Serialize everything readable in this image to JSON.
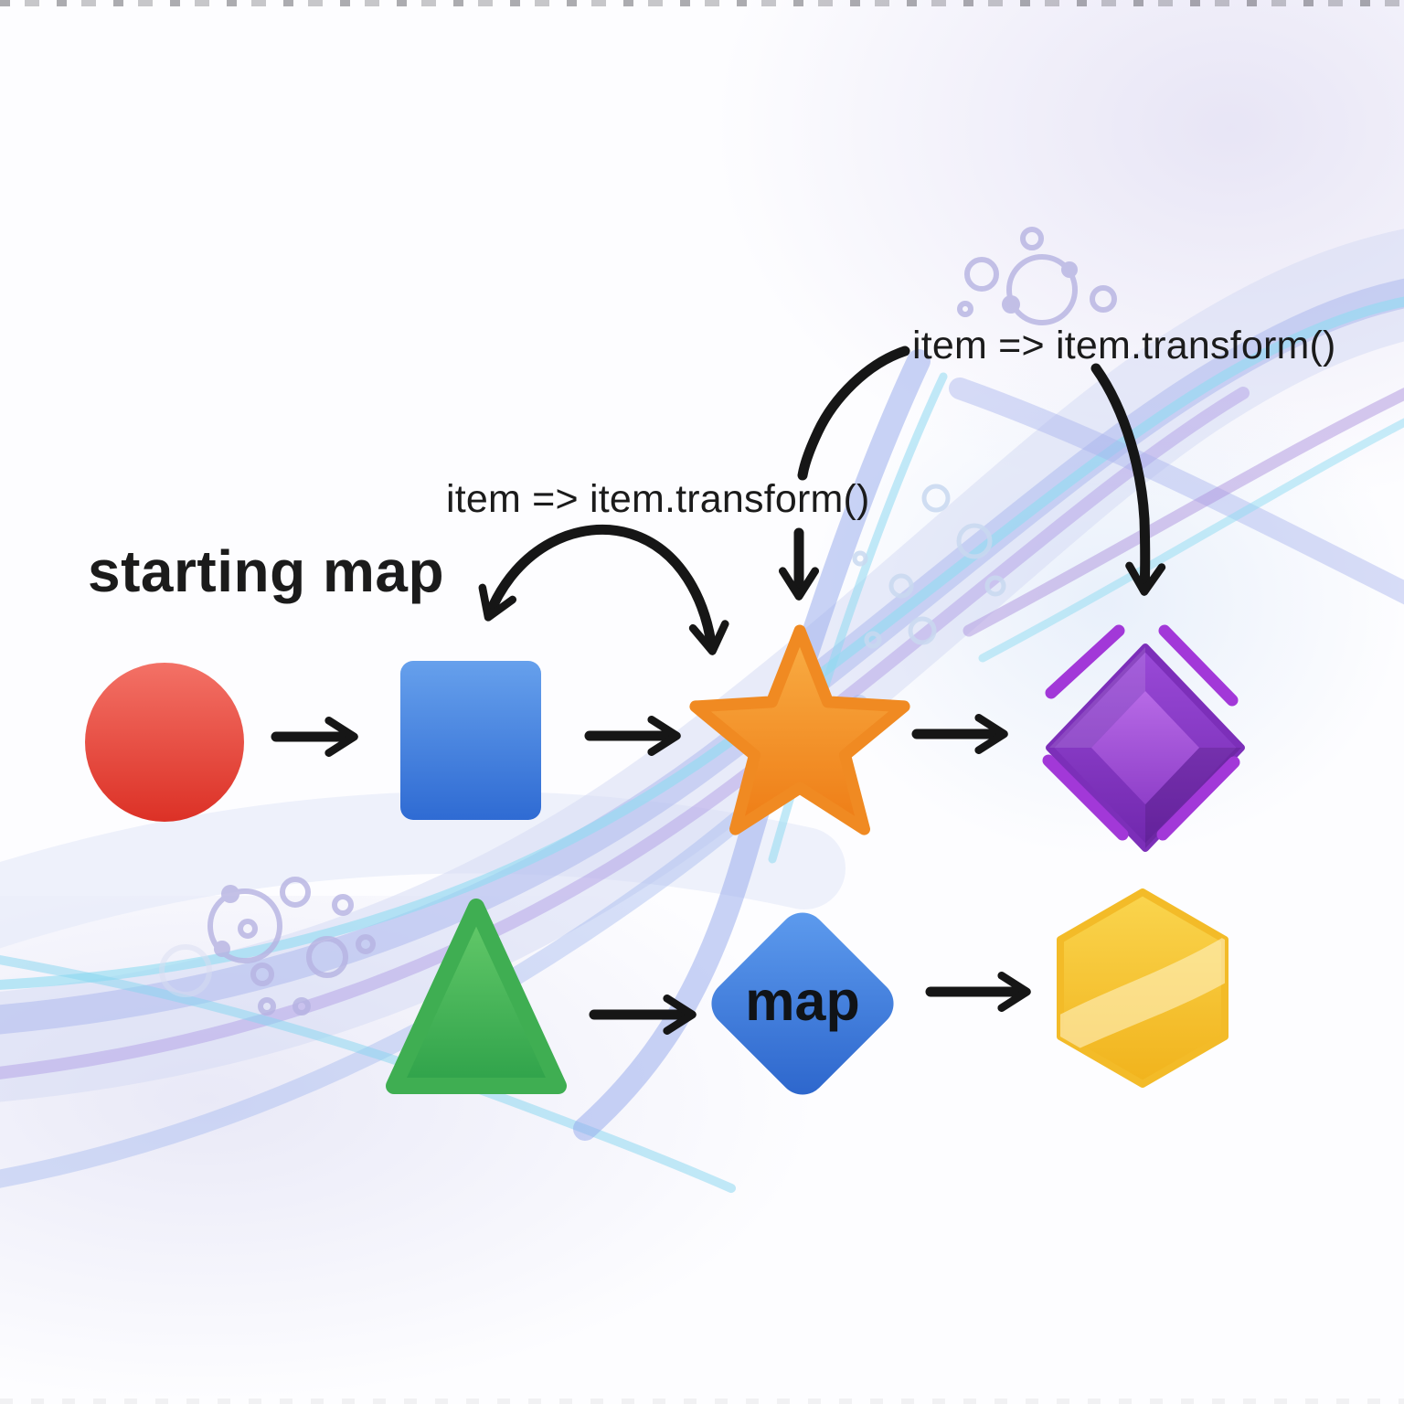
{
  "heading": {
    "text": "starting map"
  },
  "annotations": {
    "lambda_label_1": "item => item.transform()",
    "lambda_label_2": "item => item.transform()"
  },
  "map_node": {
    "label": "map"
  },
  "flow": {
    "top_row": [
      {
        "name": "red-circle",
        "color": "#e6493c"
      },
      {
        "name": "blue-square",
        "color": "#4a88e2"
      },
      {
        "name": "orange-star",
        "color": "#f28e2b"
      },
      {
        "name": "purple-gem",
        "color": "#8d3bcb"
      }
    ],
    "bottom_row": [
      {
        "name": "green-triangle",
        "color": "#46b455"
      },
      {
        "name": "map-diamond",
        "color": "#3b76dd"
      },
      {
        "name": "yellow-hexagon",
        "color": "#f5c231"
      }
    ]
  },
  "decor": {
    "bubble_clusters": 3,
    "wave_colors": {
      "periwinkle": "#a9b6ee",
      "cyan": "#8fdcf2",
      "purple": "#b2a0e6",
      "pale": "#d4daf4"
    }
  },
  "colors": {
    "arrow": "#161616",
    "text": "#1b1b1b",
    "background": "#fdfdff"
  }
}
